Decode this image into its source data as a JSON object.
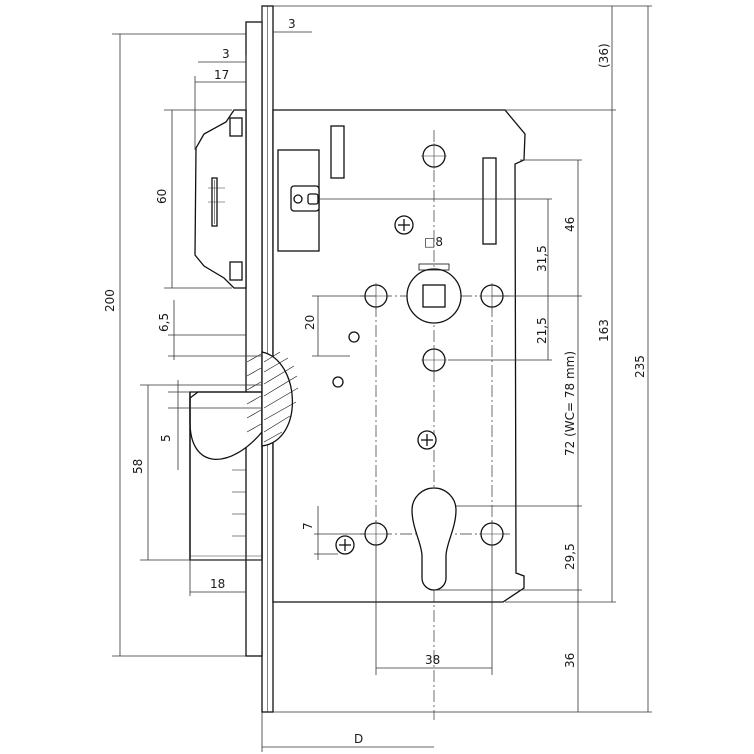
{
  "dimensions": {
    "faceplate_thickness": "3",
    "latch_offset": "3",
    "latch_depth": "17",
    "latch_height": "60",
    "overall_height": "200",
    "latch_to_bolt": "6,5",
    "follower_to_hole": "20",
    "bolt_offset": "5",
    "bolt_height": "58",
    "bolt_depth": "18",
    "top_offset": "(36)",
    "case_to_follower": "46",
    "follower_square": "□8",
    "spindle_to_hole_upper": "31,5",
    "spindle_to_hole_lower": "21,5",
    "case_height": "163",
    "faceplate_height": "235",
    "wc_distance": "72  (WC= 78 mm)",
    "cylinder_to_hole": "7",
    "cylinder_offset": "29,5",
    "bottom_offset": "36",
    "hole_spacing": "38",
    "backset": "D"
  }
}
